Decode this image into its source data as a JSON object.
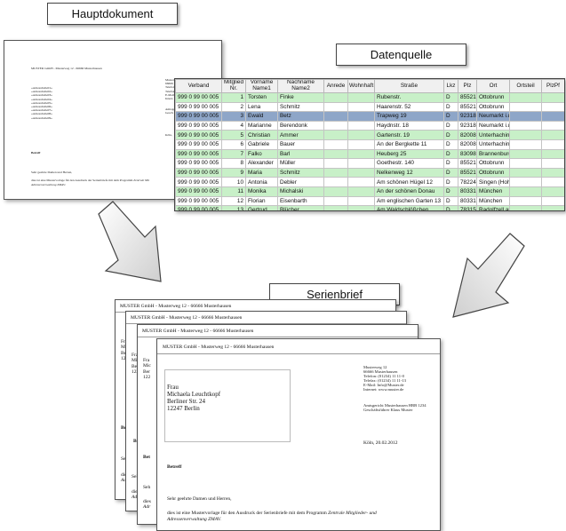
{
  "labels": {
    "hauptdokument": "Hauptdokument",
    "datenquelle": "Datenquelle",
    "serienbrief": "Serienbrief"
  },
  "main_doc": {
    "sender": "MUSTER GmbH - Musterweg 12 - 66666 Musterhausen",
    "fields": [
      "«AdressZeile01»",
      "«AdressZeile02»",
      "«AdressZeile03»",
      "«AdressZeile04»",
      "«AdressZeile05»",
      "«AdressZeile06»",
      "«AdressZeile07»",
      "«AdressZeile08»",
      "«AdressZeile09»"
    ],
    "right_col": [
      "Muster",
      "66666",
      "Telefon",
      "Telefax",
      "E-Mail",
      "Intern"
    ],
    "amtsg": [
      "Amtsge",
      "Gesch"
    ],
    "city": "Köln,",
    "betreff": "Betreff",
    "greeting": "Sehr geehrte Damen und Herren,",
    "body_line1": "dies ist eine Mustervorlage für den Ausdruck der Serienbriefe mit dem Programm",
    "body_italic1": "Zentrale Mit",
    "body_italic2": "Adressenverwaltung ZMAV."
  },
  "table": {
    "headers": [
      "Verband",
      "Mitglied Nr.",
      "Vorname Name1",
      "Nachname Name2",
      "Anrede",
      "Wohnhaft",
      "Straße",
      "Lkz",
      "Plz",
      "Ort",
      "Ortsteil",
      "PlzPf"
    ],
    "rows": [
      [
        "999 0 99 00 005",
        "1",
        "Torsten",
        "Finke",
        "",
        "",
        "Rubenstr.",
        "D",
        "85521",
        "Ottobrunn",
        "",
        ""
      ],
      [
        "999 0 99 00 005",
        "2",
        "Lena",
        "Schmitz",
        "",
        "",
        "Haarenstr. 52",
        "D",
        "85521",
        "Ottobrunn",
        "",
        ""
      ],
      [
        "999 0 99 00 005",
        "3",
        "Ewald",
        "Betz",
        "",
        "",
        "Trapweg 19",
        "D",
        "92318",
        "Neumarkt i.d.OPf.",
        "",
        ""
      ],
      [
        "999 0 99 00 005",
        "4",
        "Marianne",
        "Berendonk",
        "",
        "",
        "Haydnstr. 18",
        "D",
        "92318",
        "Neumarkt i.d.OPf.",
        "",
        ""
      ],
      [
        "999 0 99 00 005",
        "5",
        "Christian",
        "Ammer",
        "",
        "",
        "Gartenstr. 19",
        "D",
        "82008",
        "Unterhaching",
        "",
        ""
      ],
      [
        "999 0 99 00 005",
        "6",
        "Gabriele",
        "Bauer",
        "",
        "",
        "An der Bergkette 11",
        "D",
        "82008",
        "Unterhaching",
        "",
        ""
      ],
      [
        "999 0 99 00 005",
        "7",
        "Falko",
        "Barl",
        "",
        "",
        "Heuberg 25",
        "D",
        "83098",
        "Brannenburg",
        "",
        ""
      ],
      [
        "999 0 99 00 005",
        "8",
        "Alexander",
        "Müller",
        "",
        "",
        "Goethestr. 140",
        "D",
        "85521",
        "Ottobrunn",
        "",
        ""
      ],
      [
        "999 0 99 00 005",
        "9",
        "Maria",
        "Schmitz",
        "",
        "",
        "Nelkenweg 12",
        "D",
        "85521",
        "Ottobrunn",
        "",
        ""
      ],
      [
        "999 0 99 00 005",
        "10",
        "Antonia",
        "Debler",
        "",
        "",
        "Am schönen Hügel 12",
        "D",
        "78224",
        "Singen (Hohentwiel)",
        "",
        ""
      ],
      [
        "999 0 99 00 005",
        "11",
        "Monika",
        "Michalski",
        "",
        "",
        "An der schönen Donau",
        "D",
        "80331",
        "München",
        "",
        ""
      ],
      [
        "999 0 99 00 005",
        "12",
        "Florian",
        "Eisenbarth",
        "",
        "",
        "Am englischen Garten 13",
        "D",
        "80331",
        "München",
        "",
        ""
      ],
      [
        "999 0 99 00 005",
        "13",
        "Gertrud",
        "Blücher",
        "",
        "",
        "Am Waldschlößchen",
        "D",
        "78315",
        "Radolfzell am Bodensee",
        "",
        ""
      ]
    ],
    "selected_row": 2
  },
  "letters": {
    "sender": "MUSTER GmbH - Musterweg 12 - 66666 Musterhausen",
    "back_fragments": {
      "p1": [
        "Fra",
        "Mic",
        "Ber",
        "122"
      ],
      "p2": [
        "Fra",
        "Mic",
        "Ber",
        "122"
      ],
      "p3": [
        "Fra",
        "Mic",
        "Ber",
        "122"
      ],
      "p1_betreff": "Bet",
      "p2_betreff": "Bet",
      "p3_betreff": "Bet",
      "p1_sehr": "Seh",
      "p2_sehr": "Seh",
      "p3_sehr": "Seh",
      "p1_dies": [
        "dies",
        "Adr"
      ],
      "p2_dies": [
        "dies",
        "Adr"
      ],
      "p3_dies": [
        "dies",
        "Adr"
      ]
    },
    "front": {
      "address": [
        "Frau",
        "Michaela Leuchtkopf",
        "Berliner Str. 24",
        "12247 Berlin"
      ],
      "right_col": [
        "Musterweg 12",
        "66666 Musterhausen",
        "Telefon: (01234) 11 11-0",
        "Telefax: (01234) 11 11-13",
        "E-Mail: Info@Muster.de",
        "Internet: www.muster.de"
      ],
      "right_col2": [
        "Amtsgericht Musterhausen HRB 1234",
        "Geschäftsführer Klaus Muster"
      ],
      "date": "Köln, 20.02.2012",
      "betreff": "Betreff",
      "greeting": "Sehr geehrte Damen und Herren,",
      "body_line1": "dies ist eine Mustervorlage für den Ausdruck der Serienbriefe mit dem Programm",
      "body_italic1": "Zentrale Mitglieder- und",
      "body_italic2": "Adressenverwaltung ZMAV."
    }
  },
  "colors": {
    "row_odd": "#c8f0c8",
    "row_selected": "#8ea6c8",
    "arrow_fill": "#e8e8e8",
    "arrow_stroke": "#444444"
  }
}
